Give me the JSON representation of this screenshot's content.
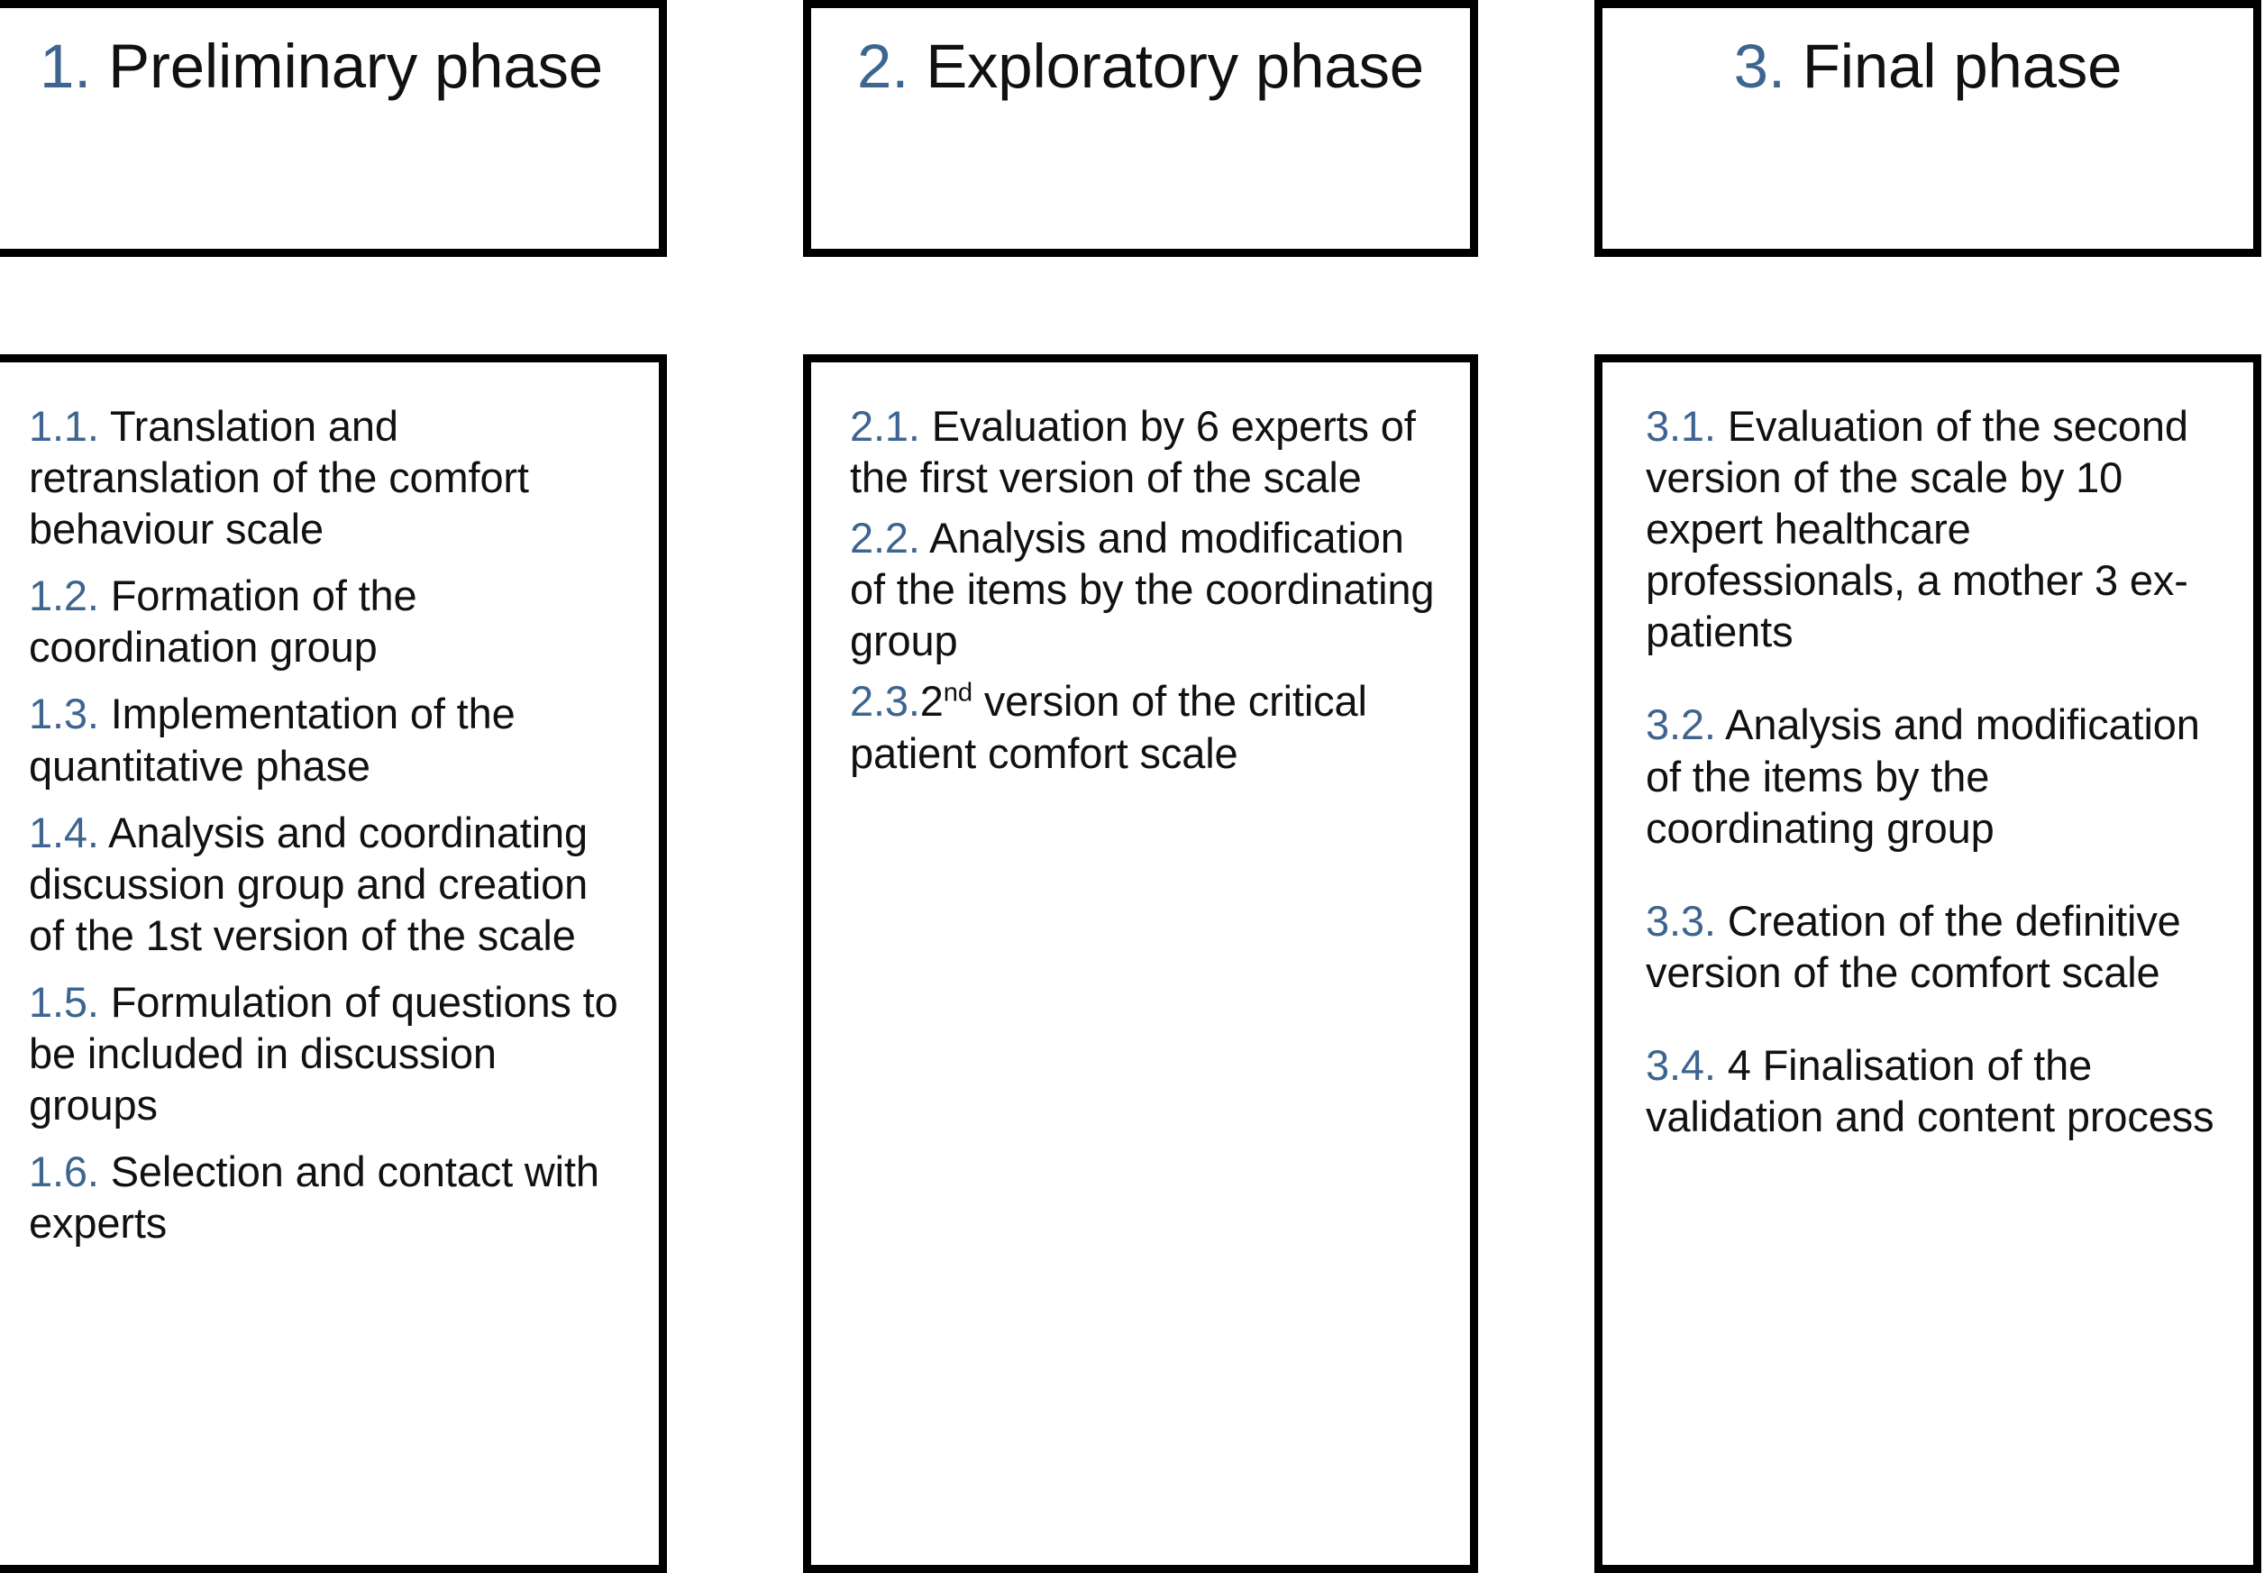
{
  "diagram": {
    "accent_color": "#3d6590",
    "text_color": "#111111",
    "border_color": "#000000",
    "columns": [
      {
        "header": {
          "number": "1.",
          "title": "Preliminary phase",
          "align": "left"
        },
        "items": [
          {
            "number": "1.1.",
            "text": "Translation and retranslation of the comfort behaviour scale"
          },
          {
            "number": "1.2.",
            "text": "Formation of the coordination group"
          },
          {
            "number": "1.3.",
            "text": "Implementation of the quantitative phase"
          },
          {
            "number": "1.4.",
            "text": "Analysis and coordinating discussion group and creation of the 1st version of the scale"
          },
          {
            "number": "1.5.",
            "text": "Formulation of questions to be included in discussion groups"
          },
          {
            "number": "1.6.",
            "text": "Selection and contact with experts"
          }
        ]
      },
      {
        "header": {
          "number": "2.",
          "title": "Exploratory phase",
          "align": "center"
        },
        "items": [
          {
            "number": "2.1.",
            "text": "Evaluation by 6 experts of the first version of the scale"
          },
          {
            "number": "2.2.",
            "text": "Analysis and modification of the items by the coordinating group"
          },
          {
            "number": "2.3.",
            "text_pre": "2",
            "superscript": "nd",
            "text_post": " version of the critical patient comfort scale"
          }
        ]
      },
      {
        "header": {
          "number": "3.",
          "title": "Final phase",
          "align": "center"
        },
        "items": [
          {
            "number": "3.1.",
            "text": "Evaluation of the second version of the scale by 10 expert healthcare professionals, a mother 3 ex-patients"
          },
          {
            "number": "3.2.",
            "text": "Analysis and modification of the items by the coordinating group"
          },
          {
            "number": "3.3.",
            "text": "Creation of the definitive version of the comfort scale"
          },
          {
            "number": "3.4.",
            "text": "4 Finalisation of the validation and content process"
          }
        ]
      }
    ]
  }
}
